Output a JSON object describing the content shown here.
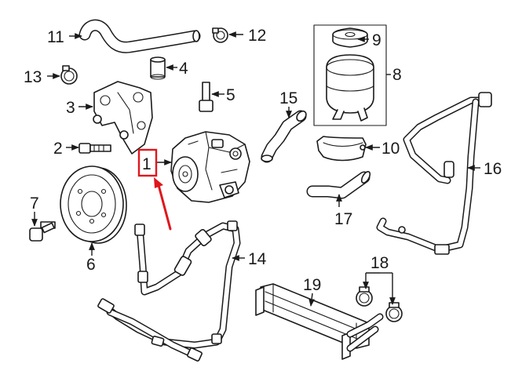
{
  "diagram": {
    "callouts": [
      {
        "id": "part-1",
        "label": "1"
      },
      {
        "id": "part-2",
        "label": "2"
      },
      {
        "id": "part-3",
        "label": "3"
      },
      {
        "id": "part-4",
        "label": "4"
      },
      {
        "id": "part-5",
        "label": "5"
      },
      {
        "id": "part-6",
        "label": "6"
      },
      {
        "id": "part-7",
        "label": "7"
      },
      {
        "id": "part-8",
        "label": "8"
      },
      {
        "id": "part-9",
        "label": "9"
      },
      {
        "id": "part-10",
        "label": "10"
      },
      {
        "id": "part-11",
        "label": "11"
      },
      {
        "id": "part-12",
        "label": "12"
      },
      {
        "id": "part-13",
        "label": "13"
      },
      {
        "id": "part-14",
        "label": "14"
      },
      {
        "id": "part-15",
        "label": "15"
      },
      {
        "id": "part-16",
        "label": "16"
      },
      {
        "id": "part-17",
        "label": "17"
      },
      {
        "id": "part-18",
        "label": "18"
      },
      {
        "id": "part-19",
        "label": "19"
      }
    ],
    "highlight": {
      "part": "1",
      "color": "#e0161c"
    },
    "line_color": "#1a1a1a",
    "background": "#ffffff"
  }
}
